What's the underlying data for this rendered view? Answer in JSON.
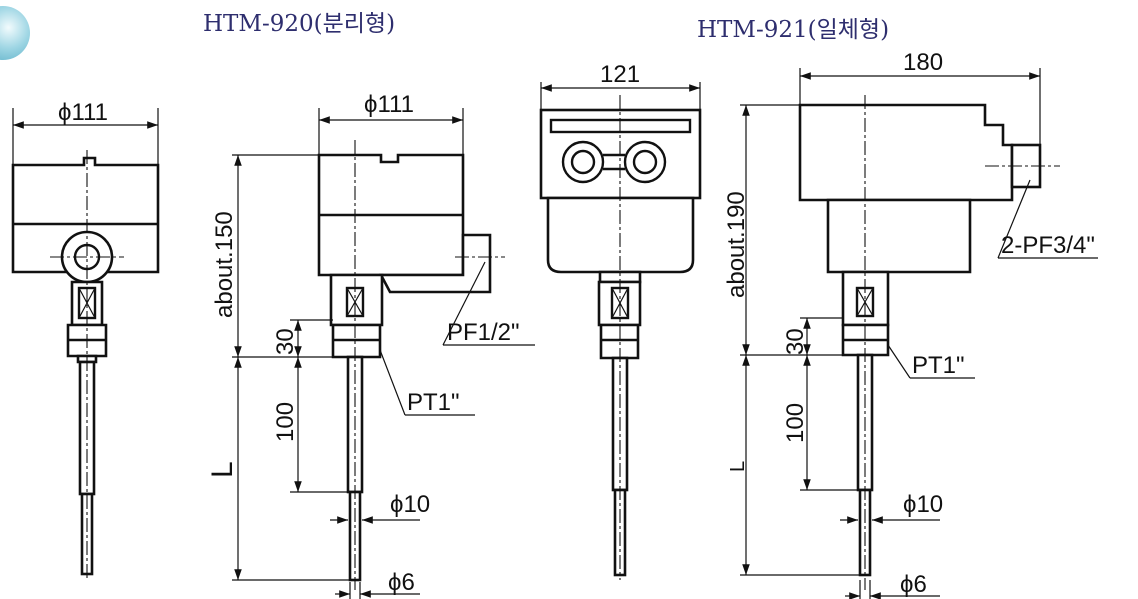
{
  "titles": {
    "left": "HTM-920(분리형)",
    "right": "HTM-921(일체형)"
  },
  "dims": {
    "phi111_a": "ϕ111",
    "phi111_b": "ϕ111",
    "w121": "121",
    "w180": "180",
    "about150": "about.150",
    "about190": "about.190",
    "d30_a": "30",
    "d30_b": "30",
    "d100_a": "100",
    "d100_b": "100",
    "L_a": "L",
    "L_b": "L",
    "phi10_a": "ϕ10",
    "phi10_b": "ϕ10",
    "phi6_a": "ϕ6",
    "phi6_b": "ϕ6",
    "pf12": "PF1/2\"",
    "pt1_a": "PT1\"",
    "pt1_b": "PT1\"",
    "pf34": "2-PF3/4\""
  }
}
